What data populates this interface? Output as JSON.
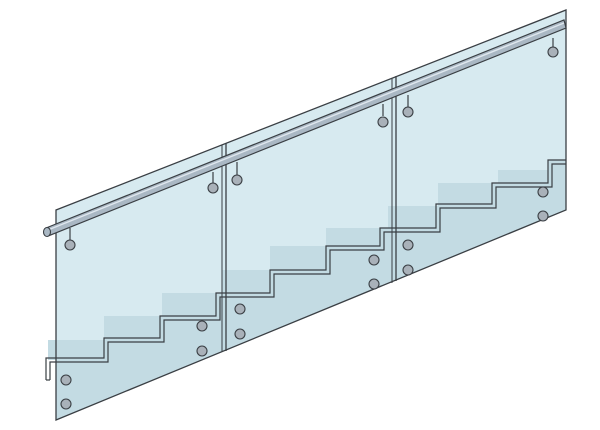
{
  "diagram": {
    "subject": "glass-balustrade-staircase",
    "panel_count": 3,
    "stair_step_count": 10,
    "colors": {
      "background": "#ffffff",
      "glass_fill": "#d7eaf0",
      "glass_fill_lower": "#c3dbe3",
      "outline": "#3a3f44",
      "handrail_fill": "#aab8c4",
      "handrail_highlight": "#dfe7ee",
      "fixing_fill": "#a9b1b9"
    },
    "panels": [
      {
        "id": "panel-1",
        "handrail_brackets": 2,
        "point_fixings": 4
      },
      {
        "id": "panel-2",
        "handrail_brackets": 2,
        "point_fixings": 4
      },
      {
        "id": "panel-3",
        "handrail_brackets": 2,
        "point_fixings": 4
      }
    ]
  }
}
